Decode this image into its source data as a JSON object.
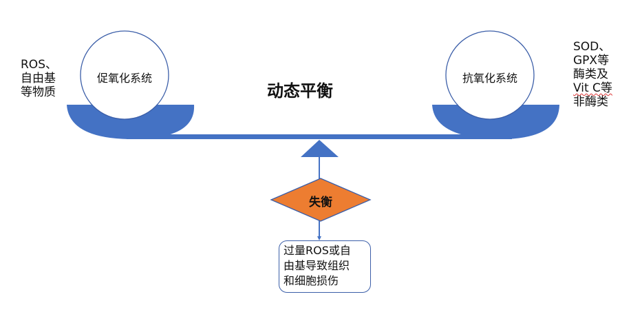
{
  "left": {
    "circle_label": "促氧化系统",
    "side_lines": [
      "ROS、",
      "自由基",
      "等物质"
    ]
  },
  "right": {
    "circle_label": "抗氧化系统",
    "side_lines": [
      "SOD、",
      "GPX等",
      "酶类及",
      "Vit C等",
      "非酶类"
    ]
  },
  "center_title": "动态平衡",
  "imbalance_label": "失衡",
  "result_lines": [
    "过量ROS或自",
    "由基导致组织",
    "和细胞损伤"
  ],
  "colors": {
    "scale_blue": "#4472c4",
    "diamond_orange": "#ed7d31",
    "outline": "#3b5ea8"
  }
}
